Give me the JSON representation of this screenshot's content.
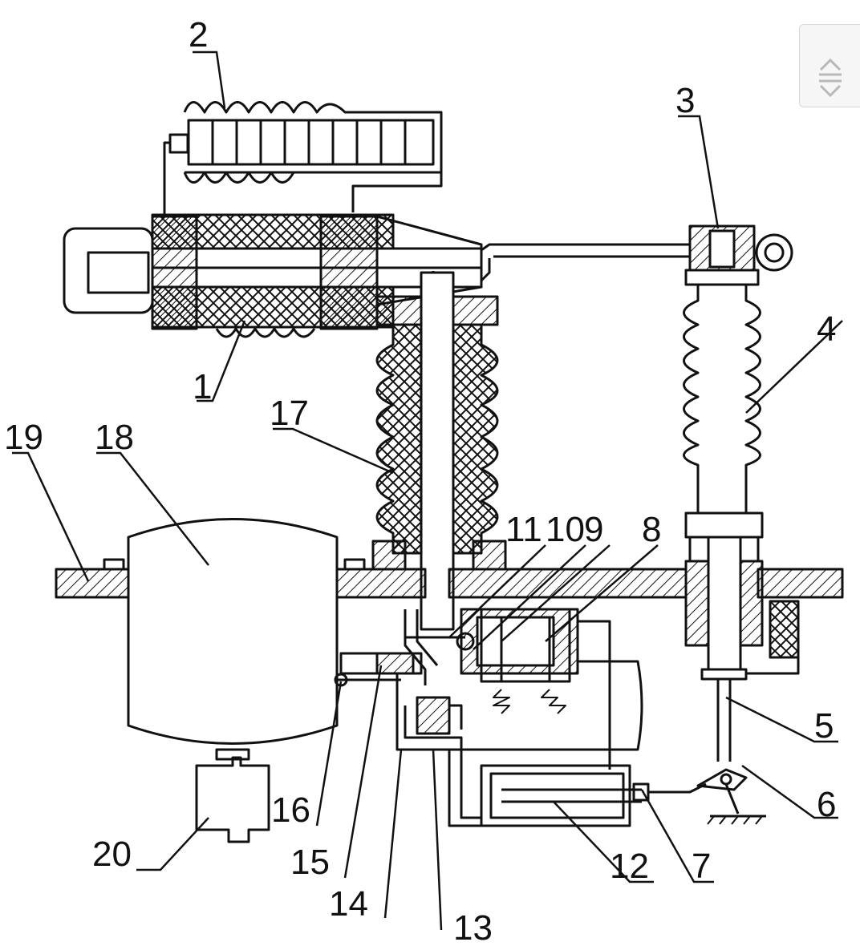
{
  "diagram": {
    "labels": [
      "1",
      "2",
      "3",
      "4",
      "5",
      "6",
      "7",
      "8",
      "9",
      "10",
      "11",
      "12",
      "13",
      "14",
      "15",
      "16",
      "17",
      "18",
      "19",
      "20"
    ]
  },
  "ui": {
    "scroll_button_icon": "scroll-handle-icon"
  }
}
